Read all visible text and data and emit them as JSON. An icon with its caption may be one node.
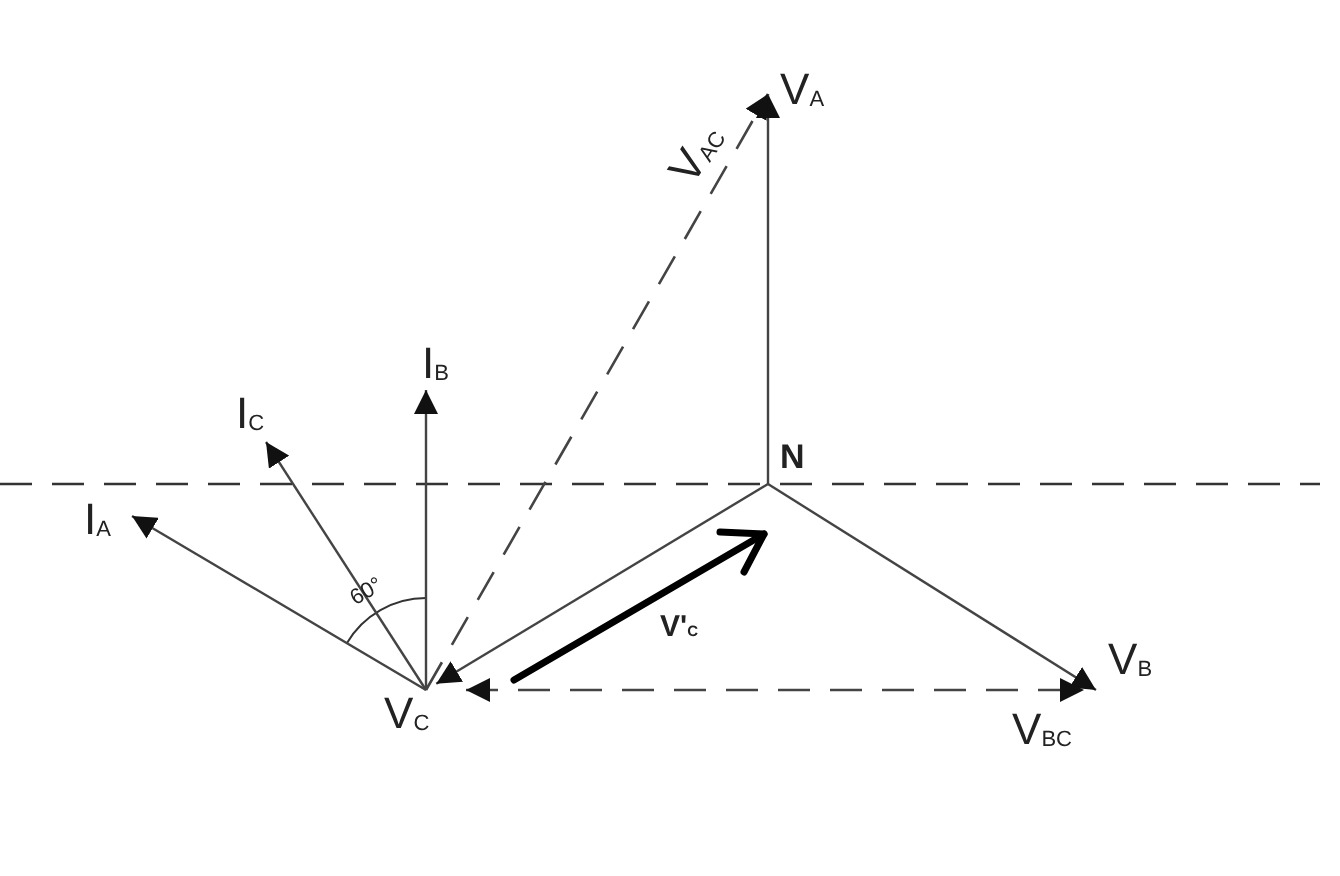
{
  "diagram": {
    "nodes": [
      {
        "text": [
          "V$_{A}$"
        ]
      },
      {
        "text": [
          "I$_{B}$"
        ]
      },
      {
        "text": [
          "I$_{C}$"
        ]
      },
      {
        "text": [
          "N"
        ]
      },
      {
        "text": [
          "I$_{A}$"
        ]
      },
      {
        "text": [
          "V$_{B}$"
        ]
      },
      {
        "text": [
          "V$_{C}$"
        ]
      }
    ],
    "edges": [
      {
        "from": 3,
        "to": 0,
        "arrow": "to"
      },
      {
        "from": 3,
        "to": 5,
        "arrow": "to"
      },
      {
        "from": 3,
        "to": 6,
        "arrow": "to"
      },
      {
        "from": 6,
        "to": 4,
        "arrow": "to"
      },
      {
        "from": 6,
        "to": 1,
        "arrow": "to"
      },
      {
        "from": 6,
        "to": 2,
        "arrow": "to"
      },
      {
        "from": 6,
        "to": 0,
        "arrow": "to",
        "style": "dashed",
        "label": "V$_{AC}$"
      },
      {
        "from": 6,
        "to": 5,
        "arrow": "both",
        "style": "dashed",
        "label": "V$_{BC}$"
      }
    ],
    "labels": [
      "60°",
      "V'$_{C}$"
    ]
  }
}
